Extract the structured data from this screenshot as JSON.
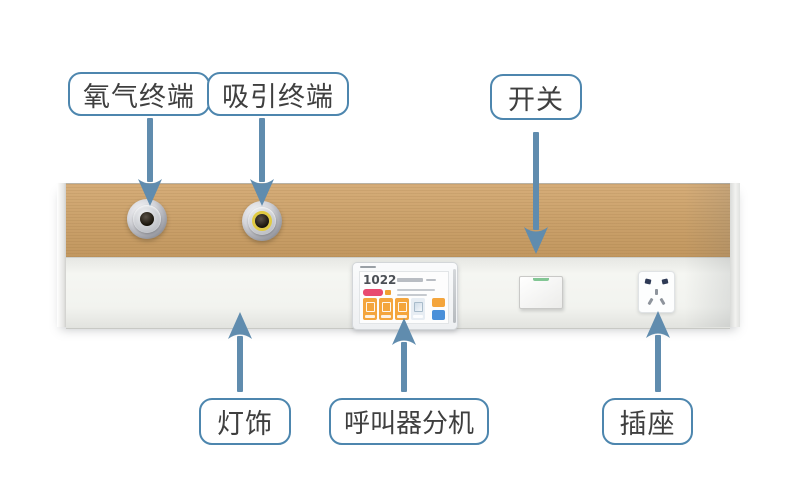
{
  "scene": {
    "description_background": "#ffffff"
  },
  "colors": {
    "callout_border": "#4d86ae",
    "callout_text": "#3f3f3f",
    "arrow": "#608cae",
    "wood_band": "#cba26c",
    "panel_white_band": "#f2f3ef",
    "switch_indicator_green": "#82c694",
    "suction_ring_yellow": "#e0ca42",
    "tile_orange": "#f4a53c",
    "call_button_blue": "#4a90d9",
    "badge_red": "#e84a70"
  },
  "icons": {
    "arrow_down": "↓",
    "arrow_up": "↑"
  },
  "callouts": [
    {
      "id": "oxygen-terminal",
      "label": "氧气终端"
    },
    {
      "id": "suction-terminal",
      "label": "吸引终端"
    },
    {
      "id": "switch",
      "label": "开关"
    },
    {
      "id": "light-fixture",
      "label": "灯饰"
    },
    {
      "id": "call-extension",
      "label": "呼叫器分机"
    },
    {
      "id": "socket",
      "label": "插座"
    }
  ],
  "call_device": {
    "room_number": "1022"
  }
}
